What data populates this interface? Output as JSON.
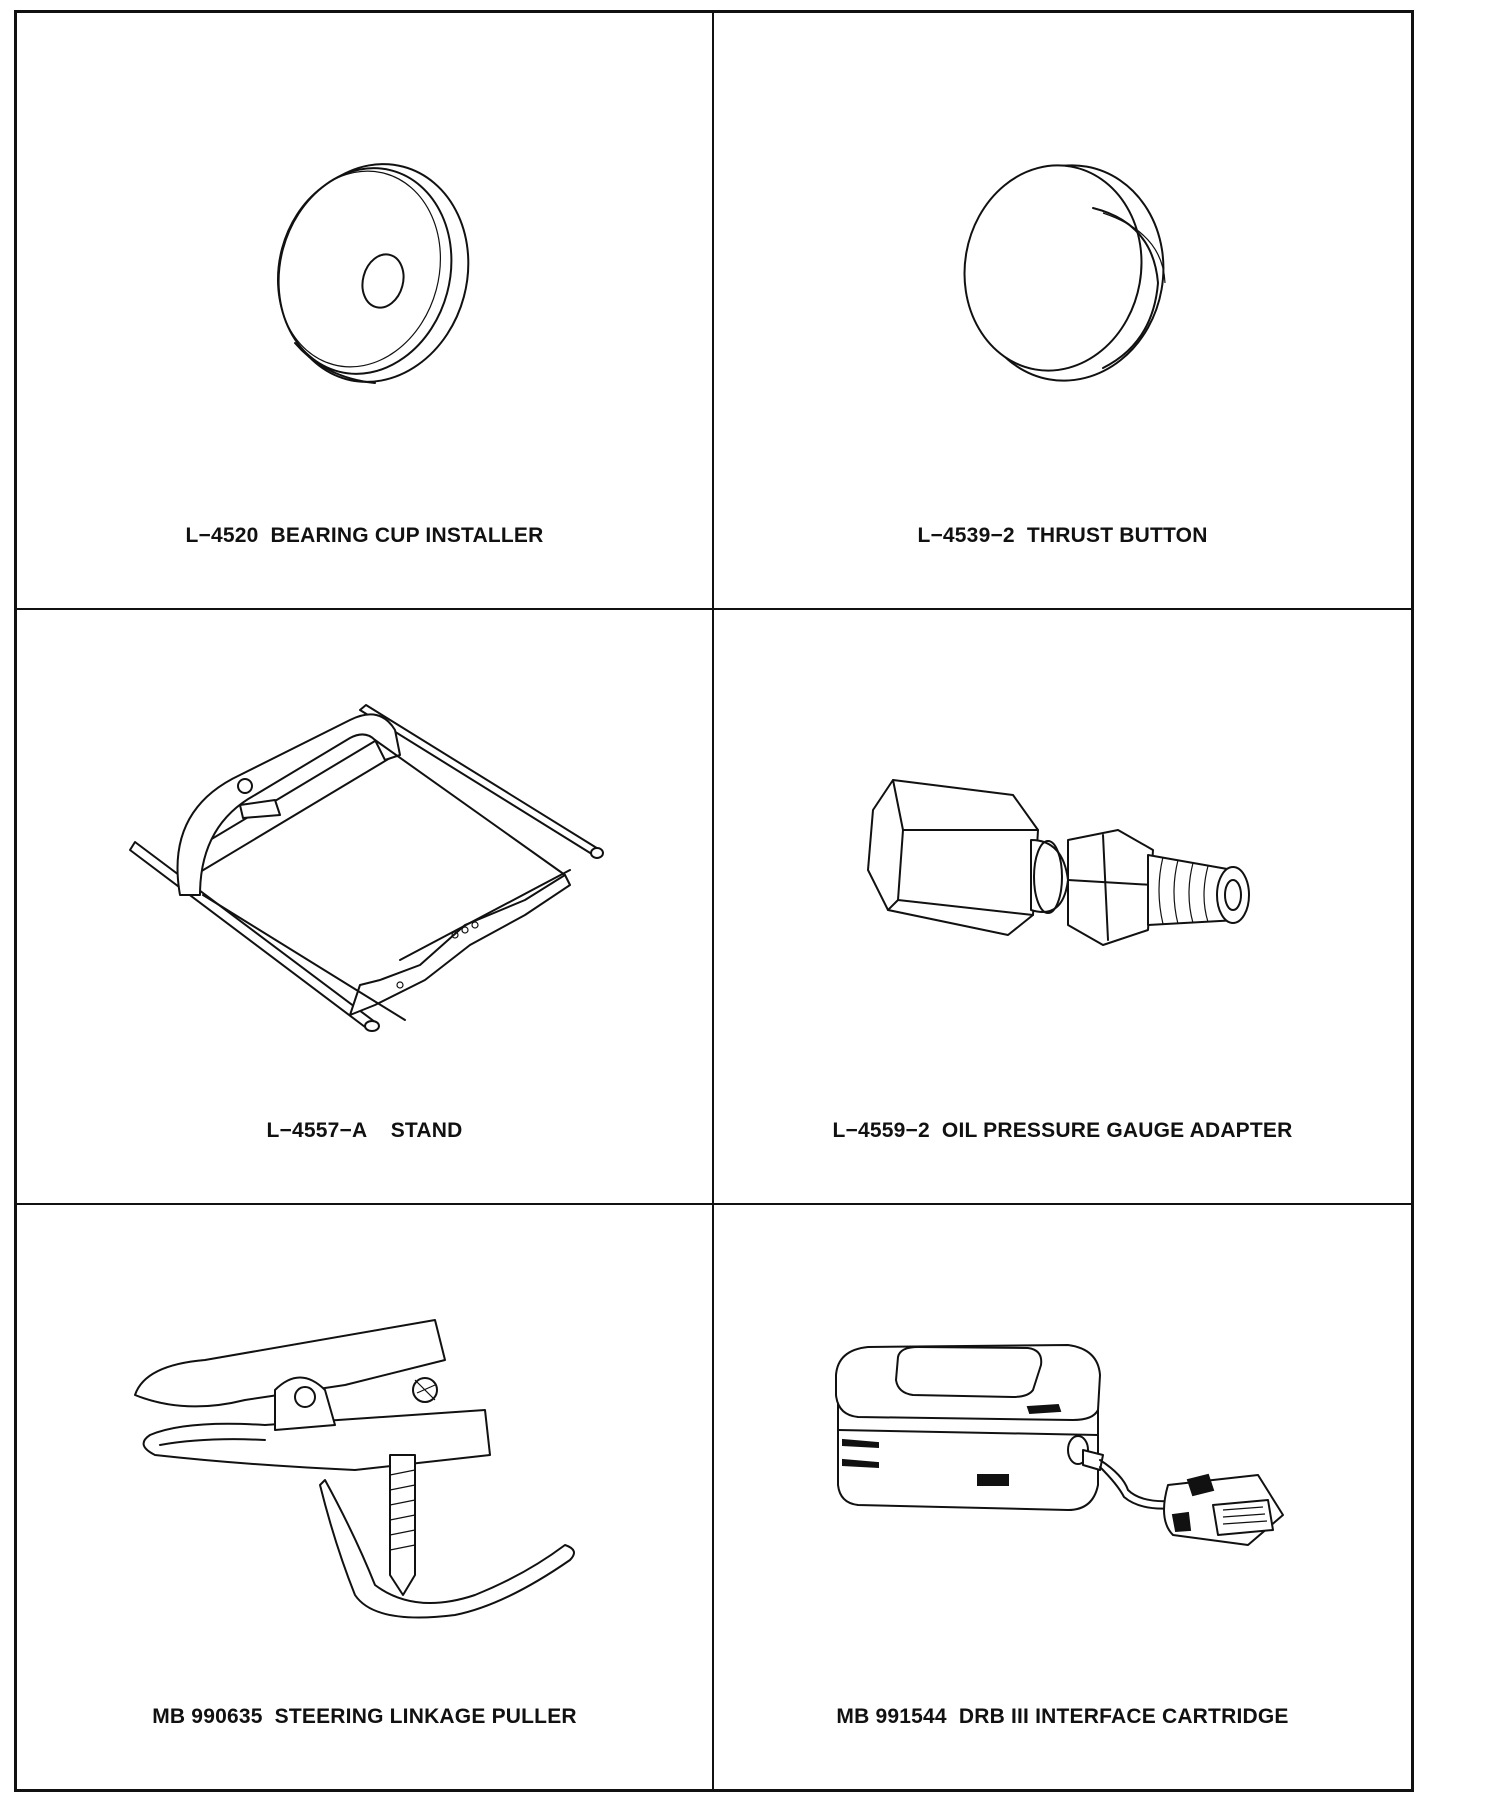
{
  "tools": [
    {
      "part_no": "L-4520",
      "label": "L−4520  BEARING CUP INSTALLER",
      "icon": "bearing-cup-installer-icon"
    },
    {
      "part_no": "L-4539-2",
      "label": "L−4539−2  THRUST BUTTON",
      "icon": "thrust-button-icon"
    },
    {
      "part_no": "L-4557-A",
      "label": "L−4557−A    STAND",
      "icon": "stand-icon"
    },
    {
      "part_no": "L-4559-2",
      "label": "L−4559−2  OIL PRESSURE GAUGE ADAPTER",
      "icon": "gauge-adapter-icon"
    },
    {
      "part_no": "MB 990635",
      "label": "MB 990635  STEERING LINKAGE PULLER",
      "icon": "linkage-puller-icon"
    },
    {
      "part_no": "MB 991544",
      "label": "MB 991544  DRB III INTERFACE CARTRIDGE",
      "icon": "interface-cartridge-icon"
    }
  ]
}
